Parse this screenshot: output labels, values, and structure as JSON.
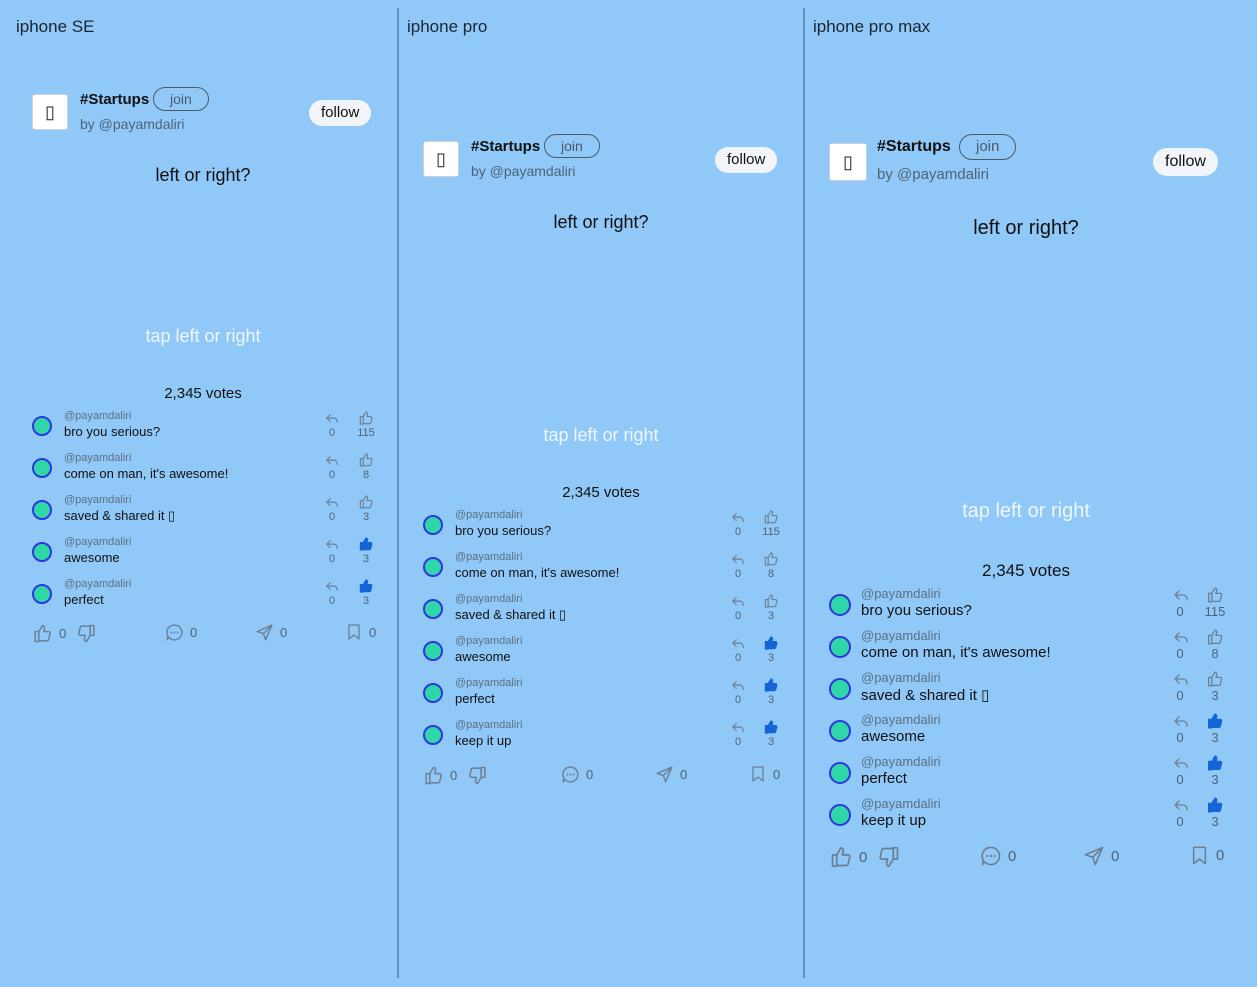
{
  "panels": [
    {
      "title": "iphone SE",
      "post": {
        "tag": "#Startups",
        "join_label": "join",
        "byline": "by @payamdaliri",
        "follow_label": "follow",
        "question": "left or right?",
        "tap_hint": "tap left or right",
        "votes": "2,345 votes"
      },
      "comments": [
        {
          "user": "@payamdaliri",
          "text": "bro you serious?",
          "replies": "0",
          "likes": "115",
          "liked": false
        },
        {
          "user": "@payamdaliri",
          "text": "come on man, it's awesome!",
          "replies": "0",
          "likes": "8",
          "liked": false
        },
        {
          "user": "@payamdaliri",
          "text": "saved & shared it ▯",
          "replies": "0",
          "likes": "3",
          "liked": false
        },
        {
          "user": "@payamdaliri",
          "text": "awesome",
          "replies": "0",
          "likes": "3",
          "liked": true
        },
        {
          "user": "@payamdaliri",
          "text": "perfect",
          "replies": "0",
          "likes": "3",
          "liked": true
        }
      ],
      "actions": {
        "likes": "0",
        "comments": "0",
        "shares": "0",
        "saves": "0"
      }
    },
    {
      "title": "iphone pro",
      "post": {
        "tag": "#Startups",
        "join_label": "join",
        "byline": "by @payamdaliri",
        "follow_label": "follow",
        "question": "left or right?",
        "tap_hint": "tap left or right",
        "votes": "2,345 votes"
      },
      "comments": [
        {
          "user": "@payamdaliri",
          "text": "bro you serious?",
          "replies": "0",
          "likes": "115",
          "liked": false
        },
        {
          "user": "@payamdaliri",
          "text": "come on man, it's awesome!",
          "replies": "0",
          "likes": "8",
          "liked": false
        },
        {
          "user": "@payamdaliri",
          "text": "saved & shared it ▯",
          "replies": "0",
          "likes": "3",
          "liked": false
        },
        {
          "user": "@payamdaliri",
          "text": "awesome",
          "replies": "0",
          "likes": "3",
          "liked": true
        },
        {
          "user": "@payamdaliri",
          "text": "perfect",
          "replies": "0",
          "likes": "3",
          "liked": true
        },
        {
          "user": "@payamdaliri",
          "text": "keep it up",
          "replies": "0",
          "likes": "3",
          "liked": true
        }
      ],
      "actions": {
        "likes": "0",
        "comments": "0",
        "shares": "0",
        "saves": "0"
      }
    },
    {
      "title": "iphone pro max",
      "post": {
        "tag": "#Startups",
        "join_label": "join",
        "byline": "by @payamdaliri",
        "follow_label": "follow",
        "question": "left or right?",
        "tap_hint": "tap left or right",
        "votes": "2,345 votes"
      },
      "comments": [
        {
          "user": "@payamdaliri",
          "text": "bro you serious?",
          "replies": "0",
          "likes": "115",
          "liked": false
        },
        {
          "user": "@payamdaliri",
          "text": "come on man, it's awesome!",
          "replies": "0",
          "likes": "8",
          "liked": false
        },
        {
          "user": "@payamdaliri",
          "text": "saved & shared it ▯",
          "replies": "0",
          "likes": "3",
          "liked": false
        },
        {
          "user": "@payamdaliri",
          "text": "awesome",
          "replies": "0",
          "likes": "3",
          "liked": true
        },
        {
          "user": "@payamdaliri",
          "text": "perfect",
          "replies": "0",
          "likes": "3",
          "liked": true
        },
        {
          "user": "@payamdaliri",
          "text": "keep it up",
          "replies": "0",
          "likes": "3",
          "liked": true
        }
      ],
      "actions": {
        "likes": "0",
        "comments": "0",
        "shares": "0",
        "saves": "0"
      }
    }
  ],
  "avatar_glyph": "▯",
  "colors": {
    "background": "#90c8f8",
    "liked": "#1565d8",
    "icon": "#6b7f92",
    "avatar_fill": "#2fd7a8",
    "avatar_ring": "#2e36e0"
  },
  "icons": {
    "reply": "reply-icon",
    "like": "thumbs-up-icon",
    "dislike": "thumbs-down-icon",
    "comment": "comment-icon",
    "share": "send-icon",
    "save": "bookmark-icon"
  }
}
